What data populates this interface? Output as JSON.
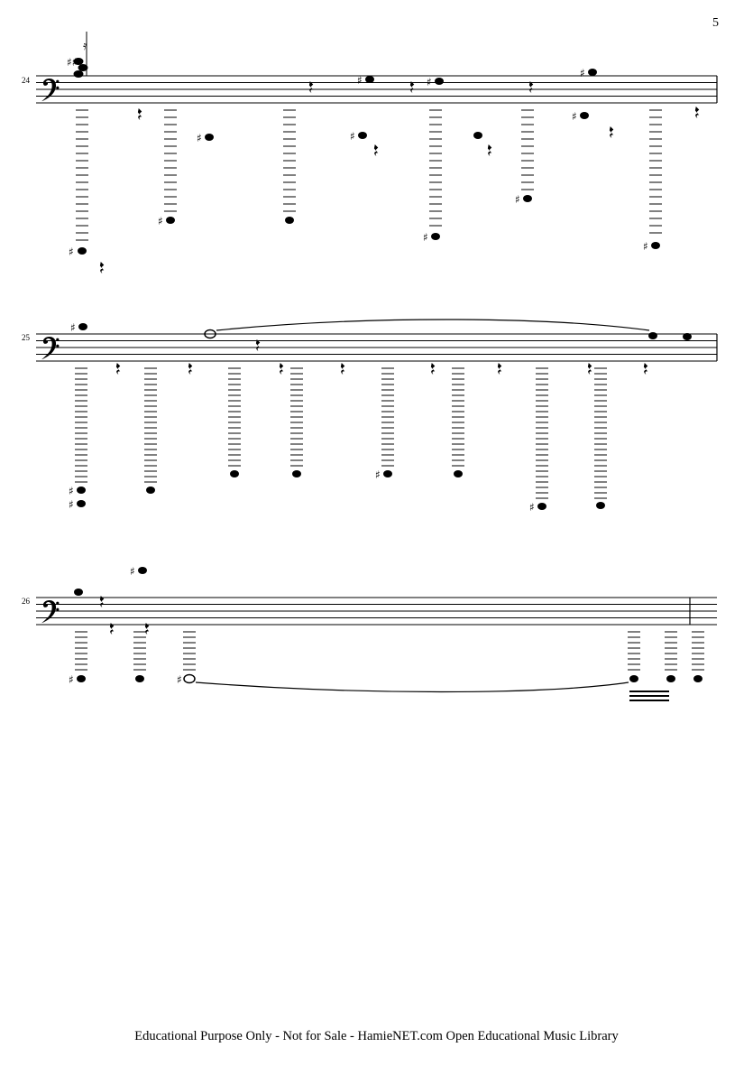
{
  "page": {
    "number": "5",
    "footer": "Educational Purpose Only - Not for Sale - HamieNET.com Open Educational Music Library"
  },
  "systems": [
    {
      "measure_number": "24",
      "clef": "bass"
    },
    {
      "measure_number": "25",
      "clef": "bass"
    },
    {
      "measure_number": "26",
      "clef": "bass"
    }
  ]
}
